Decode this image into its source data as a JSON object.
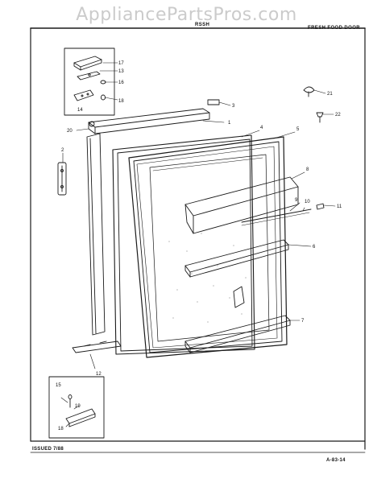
{
  "watermark": "AppliancePartsPros.com",
  "header": {
    "small_label": "RSSH",
    "section": "FRESH FOOD DOOR"
  },
  "footer": {
    "issued": "ISSUED 7/88",
    "ref": "A-83-14"
  },
  "callouts": [
    "17",
    "13",
    "16",
    "14",
    "18",
    "3",
    "21",
    "22",
    "1",
    "20",
    "4",
    "5",
    "2",
    "8",
    "9",
    "10",
    "11",
    "6",
    "7",
    "12",
    "15",
    "19",
    "18"
  ],
  "colors": {
    "ink": "#1a1a1a",
    "background": "#ffffff",
    "watermark": "#a0a0a0"
  }
}
